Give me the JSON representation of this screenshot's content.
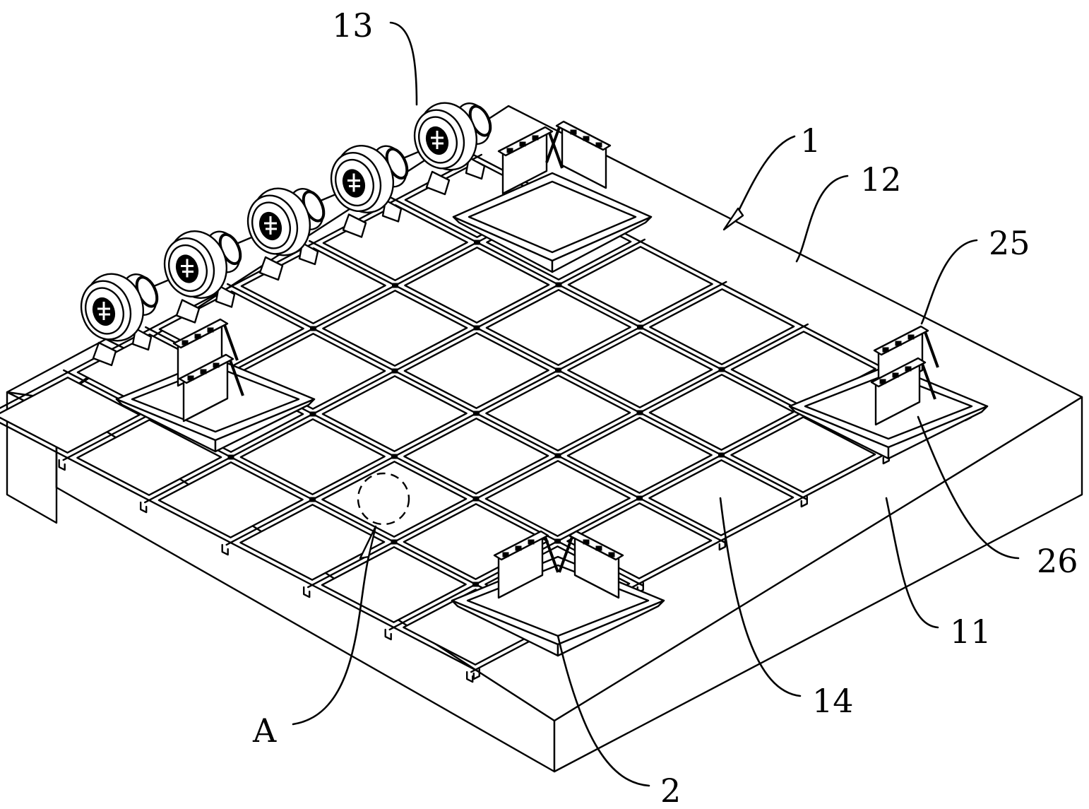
{
  "figure": {
    "type": "patent-isometric-drawing",
    "background": "#ffffff",
    "ink": "#000000",
    "grid": {
      "rows": 6,
      "cols": 6
    },
    "fan_count": 5,
    "clamp_stations": [
      "back",
      "left",
      "right",
      "front"
    ],
    "detail_circle_label": "A"
  },
  "labels": [
    {
      "id": "label-13",
      "text": "13",
      "refers_to": "fan"
    },
    {
      "id": "label-1",
      "text": "1",
      "refers_to": "platform"
    },
    {
      "id": "label-12",
      "text": "12",
      "refers_to": "grid-beam"
    },
    {
      "id": "label-25",
      "text": "25",
      "refers_to": "clamp-top"
    },
    {
      "id": "label-26",
      "text": "26",
      "refers_to": "clamp-brace"
    },
    {
      "id": "label-11",
      "text": "11",
      "refers_to": "channel-rail"
    },
    {
      "id": "label-14",
      "text": "14",
      "refers_to": "grid-node"
    },
    {
      "id": "label-2",
      "text": "2",
      "refers_to": "clamp-base"
    },
    {
      "id": "label-A",
      "text": "A",
      "refers_to": "detail-view"
    }
  ]
}
